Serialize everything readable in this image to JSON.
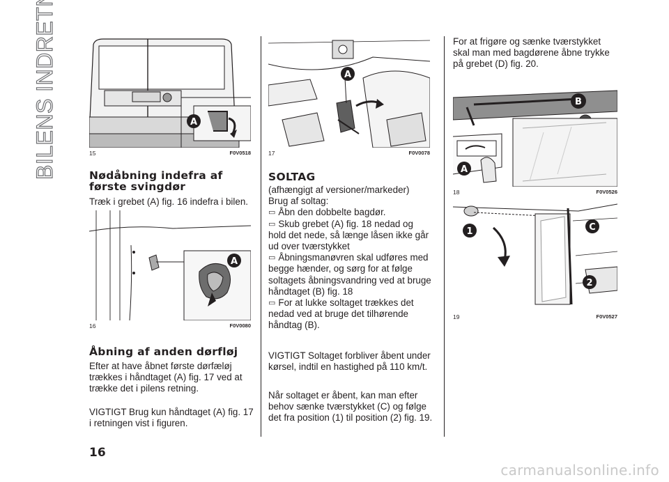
{
  "side_title": "BILENS INDRETNING",
  "figures": {
    "f15": {
      "num": "15",
      "code": "F0V0518",
      "labels": [
        "A"
      ]
    },
    "f16": {
      "num": "16",
      "code": "F0V0080",
      "labels": [
        "A"
      ]
    },
    "f17": {
      "num": "17",
      "code": "F0V0078",
      "labels": [
        "A"
      ]
    },
    "f18": {
      "num": "18",
      "code": "F0V0526",
      "labels": [
        "B",
        "A"
      ]
    },
    "f19": {
      "num": "19",
      "code": "F0V0527",
      "labels": [
        "1",
        "C",
        "2"
      ]
    }
  },
  "col1": {
    "heading1": "Nødåbning indefra af første svingdør",
    "heading1_l1": "Nødåbning indefra af",
    "heading1_l2": "første svingdør",
    "p1": "Træk i grebet (A) fig. 16 indefra i bilen.",
    "heading2": "Åbning af anden dørfløj",
    "p2_lines": [
      "Efter at have åbnet første dørfæløj",
      "trækkes i håndtaget (A) fig. 17 ved at",
      "trække det i pilens retning."
    ],
    "p3_lines": [
      "VIGTIGT Brug kun håndtaget (A) fig. 17",
      "i retningen vist i figuren."
    ]
  },
  "col2": {
    "heading": "SOLTAG",
    "lines": [
      "(afhængigt af versioner/markeder)",
      "Brug af soltag:",
      "Åbn den dobbelte bagdør.",
      "Skub grebet (A) fig. 18 nedad og",
      "hold det nede, så længe låsen ikke går",
      "ud over tværstykket",
      "Åbningsmanøvren skal udføres med",
      "begge hænder, og sørg for at følge",
      "soltagets åbningsvandring ved at bruge",
      "håndtaget (B) fig. 18",
      "For at lukke soltaget trækkes det",
      "nedad ved at bruge det tilhørende",
      "håndtag (B)."
    ],
    "p_warn_lines": [
      "VIGTIGT Soltaget forbliver åbent under",
      "kørsel, indtil en hastighed på 110 km/t."
    ],
    "p_last_lines": [
      "Når soltaget er åbent, kan man efter",
      "behov sænke tværstykket (C) og følge",
      "det fra position (1) til position (2) fig. 19."
    ]
  },
  "col3": {
    "lines": [
      "For at frigøre og sænke tværstykket",
      "skal man med bagdørene åbne trykke",
      "på grebet (D) fig. 20."
    ]
  },
  "page_number": "16",
  "watermark": "carmanualsonline.info"
}
